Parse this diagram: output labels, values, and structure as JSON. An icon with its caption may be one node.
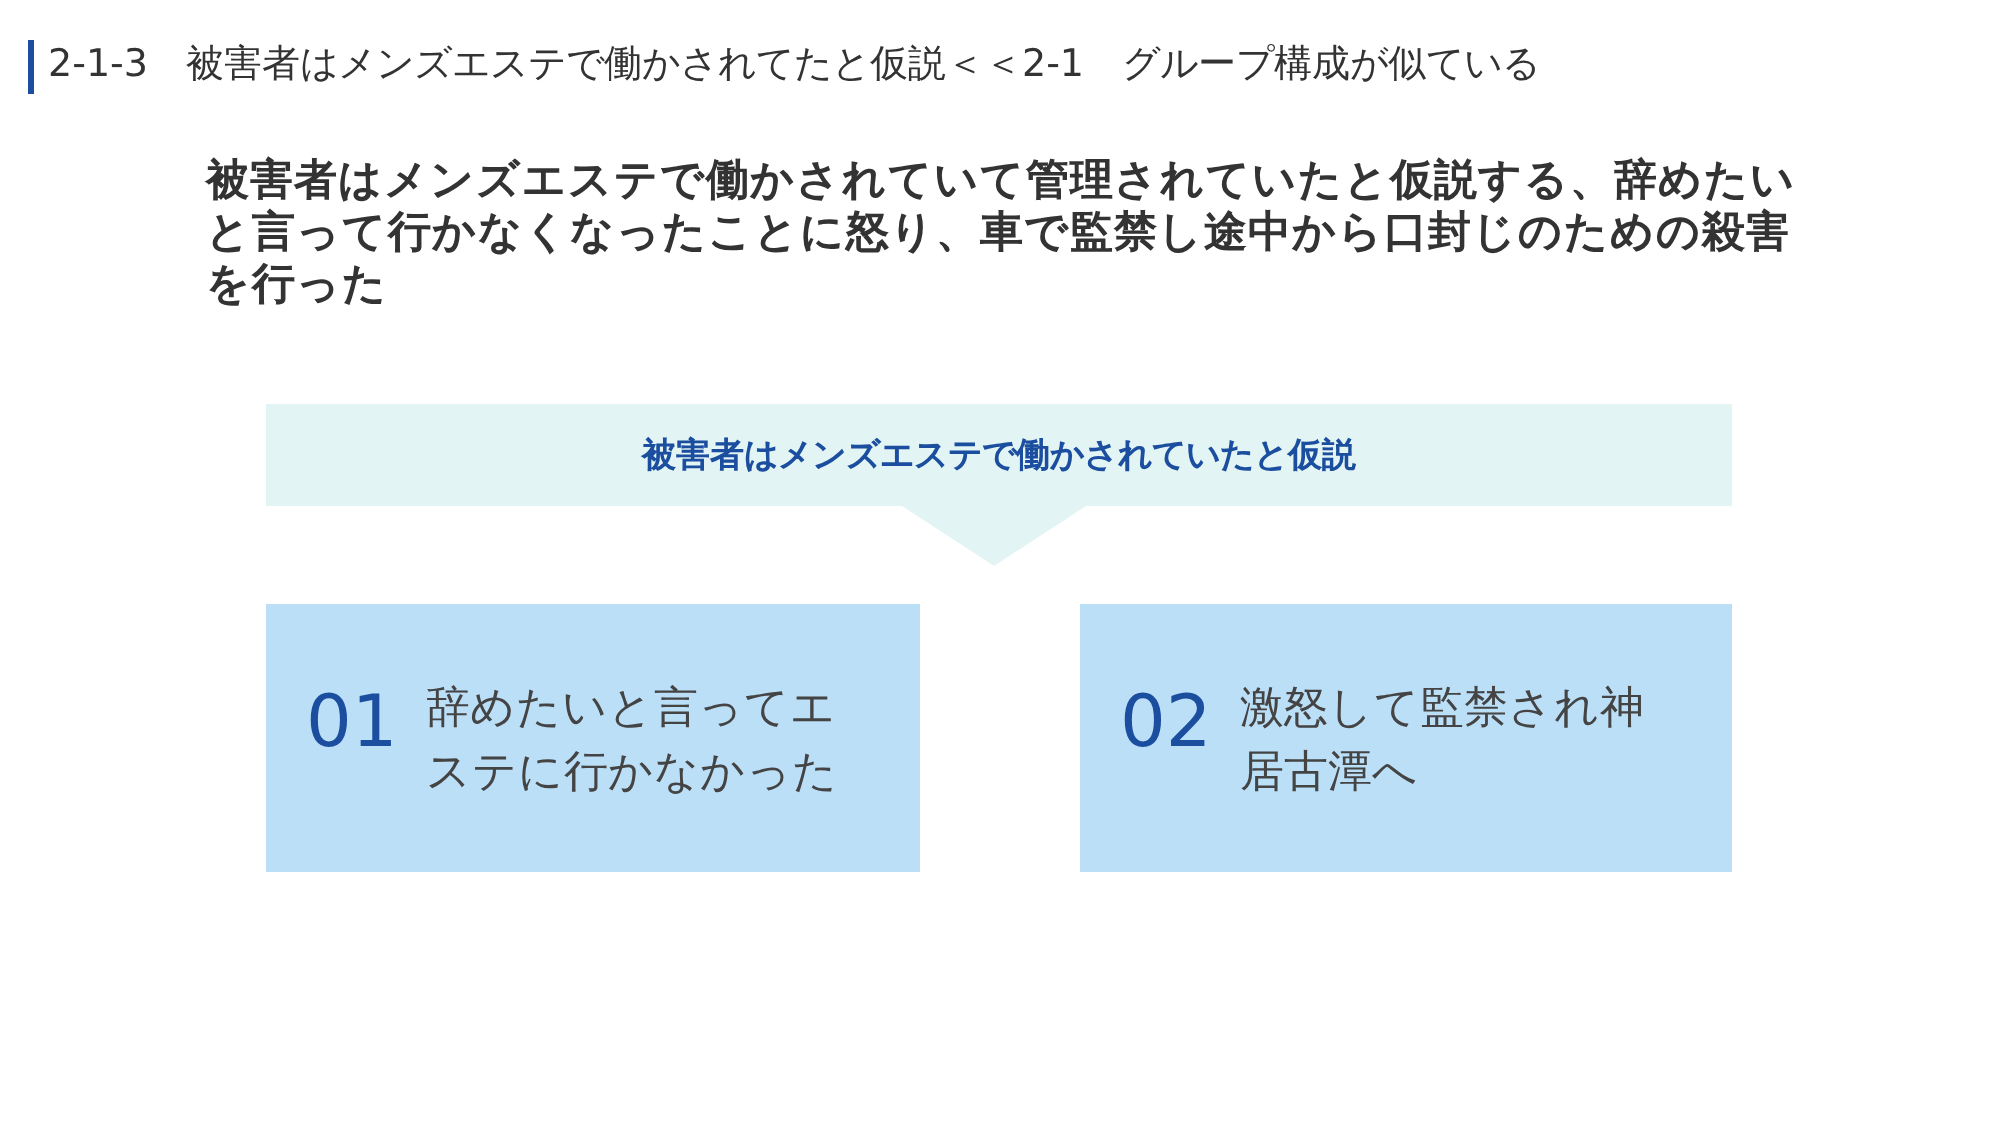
{
  "diagram": {
    "title": "2-1-3　被害者はメンズエステで働かされてたと仮説＜＜2-1　グループ構成が似ている",
    "nodes": [
      {
        "text": [
          "被害者はメンズエステで働かされていたと仮説"
        ]
      },
      {
        "text": [
          "01",
          "辞めたいと言ってエステに行かなかった"
        ]
      },
      {
        "text": [
          "02",
          "激怒して監禁され神居古潭へ"
        ]
      }
    ],
    "labels": [
      "被害者はメンズエステで働かされていて管理されていたと仮説する、辞めたいと言って行かなくなったことに怒り、車で監禁し途中から口封じのための殺害を行った"
    ]
  }
}
